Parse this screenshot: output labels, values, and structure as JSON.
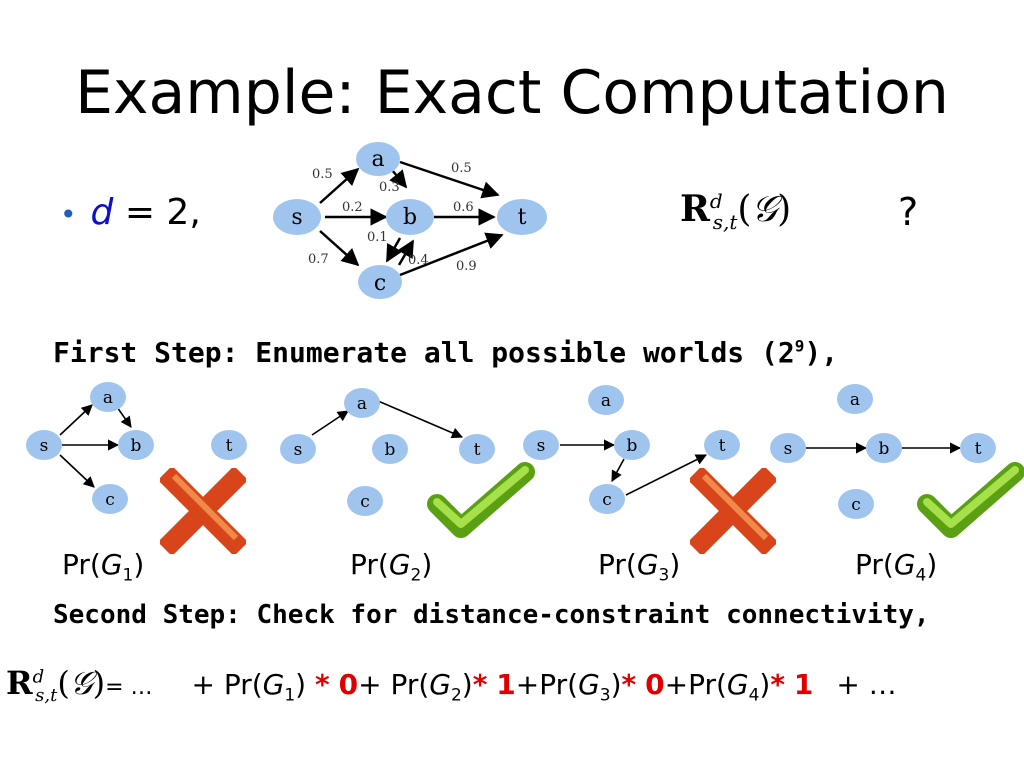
{
  "title": "Example: Exact Computation",
  "bullet": {
    "var": "d",
    "rest": " = 2,"
  },
  "question": "?",
  "main_graph": {
    "nodes": {
      "s": "s",
      "a": "a",
      "b": "b",
      "c": "c",
      "t": "t"
    },
    "weights": {
      "sa": "0.5",
      "sb": "0.2",
      "sc": "0.7",
      "ab": "0.3",
      "at": "0.5",
      "bt": "0.6",
      "bc": "0.1",
      "cb": "0.4",
      "ct": "0.9"
    }
  },
  "step1": {
    "text": "First Step: Enumerate all possible worlds (2",
    "sup": "9",
    "tail": "),"
  },
  "step2": {
    "text": "Second Step: Check for distance-constraint connectivity,"
  },
  "worlds": [
    {
      "label": "Pr(",
      "g": "G",
      "sub": "1",
      "close": ")",
      "valid": false
    },
    {
      "label": "Pr(",
      "g": "G",
      "sub": "2",
      "close": ")",
      "valid": true
    },
    {
      "label": "Pr(",
      "g": "G",
      "sub": "3",
      "close": ")",
      "valid": false
    },
    {
      "label": "Pr(",
      "g": "G",
      "sub": "4",
      "close": ")",
      "valid": true
    }
  ],
  "formula": {
    "eq": "= …",
    "terms": [
      {
        "plus": "+",
        "pr": "Pr(",
        "g": "G",
        "sub": "1",
        "close": ")",
        "mul": "*",
        "val": "0"
      },
      {
        "plus": "+",
        "pr": "Pr(",
        "g": "G",
        "sub": "2",
        "close": ")",
        "mul": "*",
        "val": "1"
      },
      {
        "plus": "+",
        "pr": "Pr(",
        "g": "G",
        "sub": "3",
        "close": ")",
        "mul": "*",
        "val": "0"
      },
      {
        "plus": "+",
        "pr": "Pr(",
        "g": "G",
        "sub": "4",
        "close": ")",
        "mul": "*",
        "val": "1"
      }
    ],
    "tail": "+ …"
  },
  "colors": {
    "node": "#9fc5ef",
    "check": "#7dc21e",
    "cross": "#d8451a",
    "red": "#e00000"
  }
}
